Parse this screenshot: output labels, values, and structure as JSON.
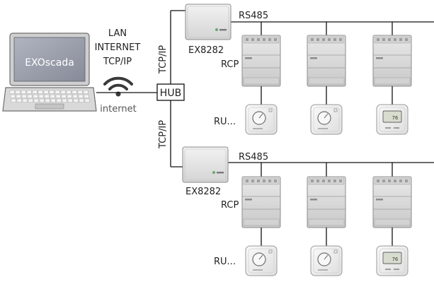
{
  "laptop": {
    "screen_label": "EXOscada"
  },
  "network": {
    "lan_lines": [
      "LAN",
      "INTERNET",
      "TCP/IP"
    ],
    "internet_label": "internet",
    "hub_label": "HUB",
    "tcp_top": "TCP/IP",
    "tcp_bottom": "TCP/IP"
  },
  "segments": [
    {
      "bus_label": "RS485",
      "controller_label": "EX8282",
      "unit_label": "RCP",
      "room_unit_label": "RU...",
      "thermostats": [
        {
          "type": "dial"
        },
        {
          "type": "dial"
        },
        {
          "type": "display",
          "reading": "76"
        }
      ]
    },
    {
      "bus_label": "RS485",
      "controller_label": "EX8282",
      "unit_label": "RCP",
      "room_unit_label": "RU...",
      "thermostats": [
        {
          "type": "dial"
        },
        {
          "type": "dial"
        },
        {
          "type": "display",
          "reading": "76"
        }
      ]
    }
  ],
  "colors": {
    "line": "#111111",
    "laptop_screen": "#9a9eab",
    "device_body": "#e6e6e6",
    "wifi": "#3a3a3a"
  }
}
